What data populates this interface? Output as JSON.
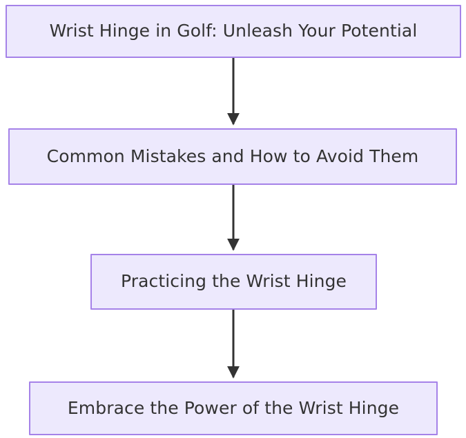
{
  "diagram": {
    "type": "flowchart",
    "direction": "top-to-bottom",
    "background_color": "#ffffff",
    "node_fill_color": "#ede9fd",
    "node_border_color": "#a582e8",
    "node_text_color": "#333333",
    "edge_color": "#333333",
    "nodes": [
      {
        "id": "n1",
        "label": "Wrist Hinge in Golf: Unleash Your Potential"
      },
      {
        "id": "n2",
        "label": "Common Mistakes and How to Avoid Them"
      },
      {
        "id": "n3",
        "label": "Practicing the Wrist Hinge"
      },
      {
        "id": "n4",
        "label": "Embrace the Power of the Wrist Hinge"
      }
    ],
    "edges": [
      {
        "from": "n1",
        "to": "n2",
        "label": "",
        "arrowhead": "filled-triangle"
      },
      {
        "from": "n2",
        "to": "n3",
        "label": "",
        "arrowhead": "filled-triangle"
      },
      {
        "from": "n3",
        "to": "n4",
        "label": "",
        "arrowhead": "filled-triangle"
      }
    ]
  }
}
